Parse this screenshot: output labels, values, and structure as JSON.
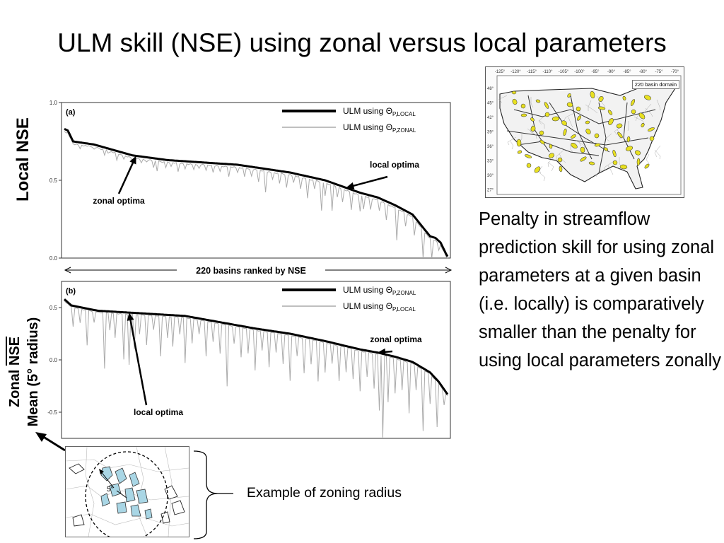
{
  "slide": {
    "title": "ULM skill (NSE) using zonal versus local parameters",
    "body_text": "Penalty in streamflow prediction skill for using zonal parameters at a given basin (i.e. locally) is comparatively smaller than the penalty for using local parameters zonally",
    "zone_caption": "Example of zoning radius",
    "zone_radius_label": "5°"
  },
  "map": {
    "domain_label": "220 basin domain",
    "lon_ticks": [
      "-125°",
      "-120°",
      "-115°",
      "-110°",
      "-105°",
      "-100°",
      "-95°",
      "-90°",
      "-85°",
      "-80°",
      "-75°",
      "-70°"
    ],
    "lat_ticks": [
      "48°",
      "45°",
      "42°",
      "39°",
      "36°",
      "33°",
      "30°",
      "27°"
    ],
    "basin_color": "#e8e020",
    "basin_count": 60
  },
  "chart_data": [
    {
      "type": "line",
      "panel_label": "(a)",
      "ylabel": "Local NSE",
      "xlabel": "220 basins ranked by NSE",
      "ylim": [
        0,
        1
      ],
      "yticks": [
        "0.0",
        "0.5",
        "1.0"
      ],
      "n": 220,
      "legend_position": "top-right",
      "series": [
        {
          "name": "ULM using ΘP,LOCAL",
          "name_main": "ULM using Θ",
          "name_sub": "P,LOCAL",
          "color": "#000000",
          "width": 3,
          "knots": [
            [
              1,
              0.83
            ],
            [
              3,
              0.82
            ],
            [
              6,
              0.75
            ],
            [
              18,
              0.73
            ],
            [
              40,
              0.66
            ],
            [
              60,
              0.63
            ],
            [
              100,
              0.6
            ],
            [
              130,
              0.55
            ],
            [
              150,
              0.5
            ],
            [
              160,
              0.46
            ],
            [
              170,
              0.42
            ],
            [
              180,
              0.39
            ],
            [
              190,
              0.34
            ],
            [
              200,
              0.28
            ],
            [
              210,
              0.14
            ],
            [
              213,
              0.13
            ],
            [
              216,
              0.1
            ],
            [
              219,
              0.03
            ],
            [
              220,
              0.01
            ]
          ]
        },
        {
          "name": "ULM using ΘP,ZONAL",
          "name_main": "ULM using Θ",
          "name_sub": "P,ZONAL",
          "color": "#aaaaaa",
          "width": 1,
          "relative_to": 0,
          "dips": [
            [
              10,
              0.04
            ],
            [
              18,
              0.03
            ],
            [
              24,
              0.05
            ],
            [
              26,
              0.03
            ],
            [
              31,
              0.06
            ],
            [
              35,
              0.04
            ],
            [
              40,
              0.05
            ],
            [
              45,
              0.04
            ],
            [
              48,
              0.03
            ],
            [
              52,
              0.06
            ],
            [
              54,
              0.08
            ],
            [
              59,
              0.05
            ],
            [
              62,
              0.04
            ],
            [
              66,
              0.07
            ],
            [
              70,
              0.05
            ],
            [
              75,
              0.05
            ],
            [
              78,
              0.04
            ],
            [
              82,
              0.05
            ],
            [
              86,
              0.06
            ],
            [
              90,
              0.05
            ],
            [
              95,
              0.08
            ],
            [
              100,
              0.05
            ],
            [
              104,
              0.07
            ],
            [
              108,
              0.06
            ],
            [
              112,
              0.09
            ],
            [
              116,
              0.15
            ],
            [
              120,
              0.06
            ],
            [
              124,
              0.08
            ],
            [
              128,
              0.1
            ],
            [
              132,
              0.06
            ],
            [
              136,
              0.09
            ],
            [
              140,
              0.14
            ],
            [
              144,
              0.07
            ],
            [
              148,
              0.2
            ],
            [
              150,
              0.1
            ],
            [
              154,
              0.18
            ],
            [
              157,
              0.08
            ],
            [
              160,
              0.1
            ],
            [
              165,
              0.13
            ],
            [
              170,
              0.12
            ],
            [
              172,
              0.1
            ],
            [
              176,
              0.09
            ],
            [
              181,
              0.08
            ],
            [
              185,
              0.12
            ],
            [
              191,
              0.22
            ],
            [
              196,
              0.1
            ],
            [
              201,
              0.12
            ],
            [
              206,
              0.25
            ],
            [
              211,
              0.18
            ],
            [
              215,
              0.06
            ],
            [
              218,
              0.01
            ]
          ]
        }
      ],
      "annotations": [
        {
          "text": "zonal optima",
          "at_rank": 42
        },
        {
          "text": "local optima",
          "at_rank": 162
        }
      ]
    },
    {
      "type": "line",
      "panel_label": "(b)",
      "ylabel": "Zonal NSE Mean (5° radius)",
      "ylim": [
        -0.75,
        0.75
      ],
      "yticks": [
        "-0.5",
        "0.0",
        "0.5"
      ],
      "n": 220,
      "legend_position": "top-right",
      "series": [
        {
          "name": "ULM using ΘP,ZONAL",
          "name_main": "ULM using Θ",
          "name_sub": "P,ZONAL",
          "color": "#000000",
          "width": 3,
          "knots": [
            [
              1,
              0.58
            ],
            [
              5,
              0.52
            ],
            [
              20,
              0.47
            ],
            [
              50,
              0.44
            ],
            [
              70,
              0.42
            ],
            [
              90,
              0.36
            ],
            [
              110,
              0.3
            ],
            [
              130,
              0.25
            ],
            [
              150,
              0.18
            ],
            [
              170,
              0.1
            ],
            [
              180,
              0.07
            ],
            [
              190,
              0.03
            ],
            [
              200,
              -0.02
            ],
            [
              210,
              -0.12
            ],
            [
              215,
              -0.21
            ],
            [
              220,
              -0.33
            ]
          ]
        },
        {
          "name": "ULM using ΘP,LOCAL",
          "name_main": "ULM using Θ",
          "name_sub": "P,LOCAL",
          "color": "#aaaaaa",
          "width": 1,
          "relative_to": 0,
          "dips": [
            [
              6,
              0.2
            ],
            [
              10,
              0.15
            ],
            [
              14,
              0.35
            ],
            [
              18,
              0.12
            ],
            [
              24,
              0.55
            ],
            [
              27,
              0.18
            ],
            [
              30,
              0.25
            ],
            [
              35,
              0.45
            ],
            [
              38,
              0.5
            ],
            [
              41,
              0.35
            ],
            [
              44,
              0.2
            ],
            [
              48,
              0.3
            ],
            [
              52,
              0.15
            ],
            [
              56,
              0.4
            ],
            [
              60,
              0.22
            ],
            [
              63,
              0.3
            ],
            [
              67,
              0.18
            ],
            [
              70,
              0.45
            ],
            [
              74,
              0.25
            ],
            [
              78,
              0.15
            ],
            [
              82,
              0.35
            ],
            [
              86,
              0.2
            ],
            [
              90,
              0.3
            ],
            [
              94,
              0.6
            ],
            [
              98,
              0.18
            ],
            [
              102,
              0.3
            ],
            [
              106,
              0.25
            ],
            [
              110,
              0.4
            ],
            [
              114,
              0.2
            ],
            [
              118,
              0.35
            ],
            [
              122,
              0.2
            ],
            [
              126,
              0.3
            ],
            [
              130,
              0.45
            ],
            [
              134,
              0.2
            ],
            [
              138,
              0.35
            ],
            [
              142,
              0.25
            ],
            [
              146,
              0.4
            ],
            [
              150,
              0.3
            ],
            [
              154,
              0.2
            ],
            [
              158,
              0.35
            ],
            [
              162,
              0.25
            ],
            [
              166,
              0.3
            ],
            [
              170,
              0.4
            ],
            [
              174,
              0.25
            ],
            [
              178,
              0.35
            ],
            [
              181,
              0.55
            ],
            [
              183,
              0.8
            ],
            [
              186,
              0.45
            ],
            [
              190,
              0.35
            ],
            [
              194,
              0.3
            ],
            [
              198,
              0.5
            ],
            [
              202,
              0.25
            ],
            [
              206,
              0.6
            ],
            [
              210,
              0.3
            ],
            [
              214,
              0.45
            ],
            [
              218,
              0.15
            ]
          ]
        }
      ],
      "annotations": [
        {
          "text": "zonal optima",
          "at_rank": 180
        },
        {
          "text": "local optima",
          "at_rank": 38
        }
      ]
    }
  ]
}
